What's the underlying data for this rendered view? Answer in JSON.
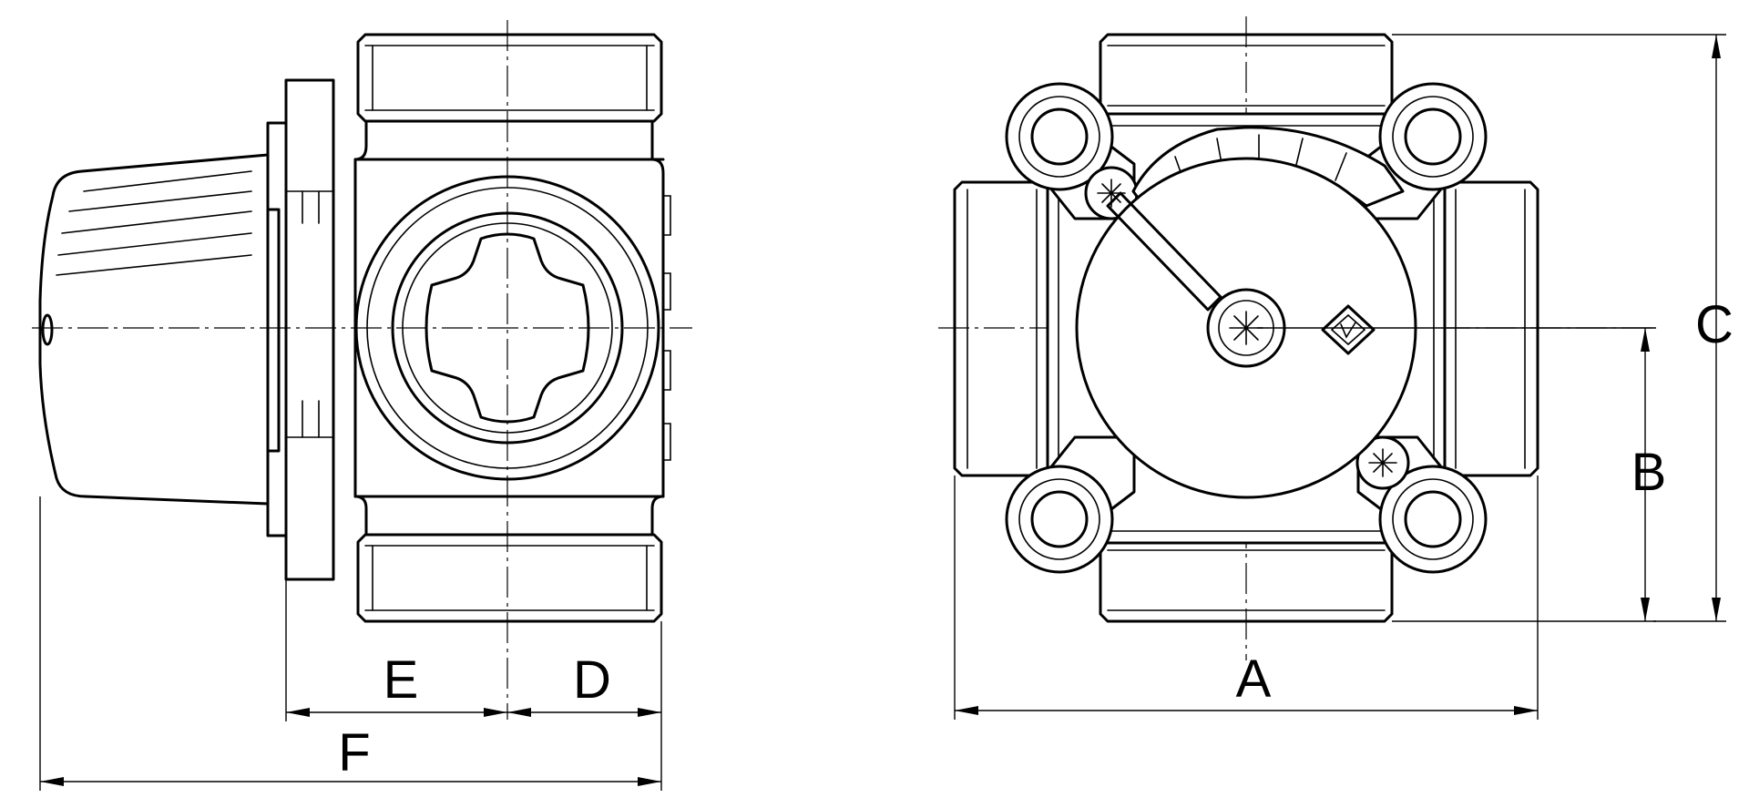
{
  "dimension_labels": {
    "a": "A",
    "b": "B",
    "c": "C",
    "d": "D",
    "e": "E",
    "f": "F"
  }
}
